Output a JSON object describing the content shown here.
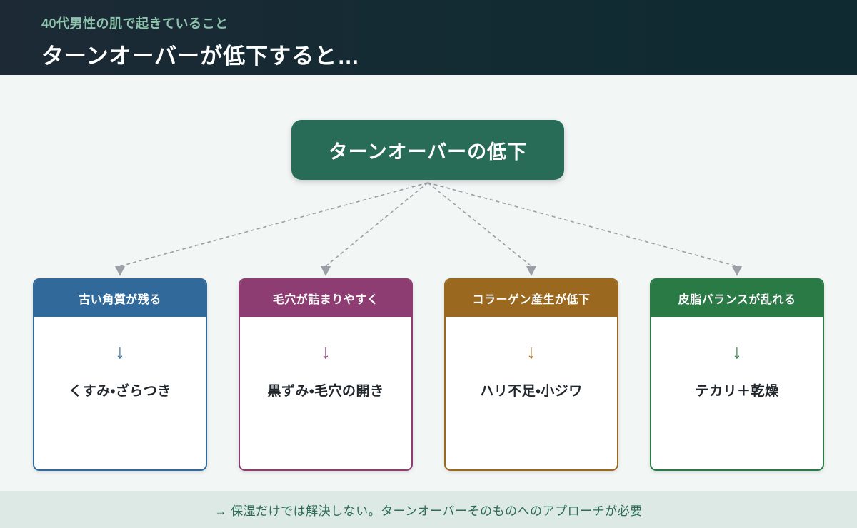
{
  "header": {
    "subtitle": "40代男性の肌で起きていること",
    "title": "ターンオーバーが低下すると…"
  },
  "root_node": {
    "label": "ターンオーバーの低下",
    "color": "#286b56"
  },
  "icons": {
    "down_arrow": "↓"
  },
  "cards": [
    {
      "title": "古い角質が残る",
      "result": "くすみ・ざらつき",
      "color": "#31699a"
    },
    {
      "title": "毛穴が詰まりやすく",
      "result": "黒ずみ・毛穴の開き",
      "color": "#8e3d72"
    },
    {
      "title": "コラーゲン産生が低下",
      "result": "ハリ不足・小ジワ",
      "color": "#9a681e"
    },
    {
      "title": "皮脂バランスが乱れる",
      "result": "テカリ＋乾燥",
      "color": "#2a7a46"
    }
  ],
  "footer": {
    "note": "→ 保湿だけでは解決しない。ターンオーバーそのものへのアプローチが必要"
  },
  "colors": {
    "header_bg_left": "#1d2a36",
    "header_bg_right": "#0f2a31",
    "header_subtitle": "#8ec4ad",
    "body_bg": "#f2f6f5",
    "footer_bg": "#dce9e4",
    "footer_text": "#2c6b58",
    "connector_gray": "#9ba0a4"
  }
}
